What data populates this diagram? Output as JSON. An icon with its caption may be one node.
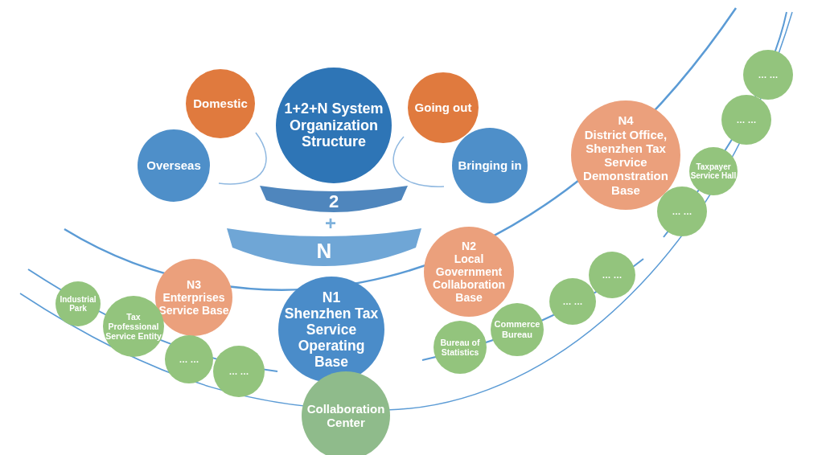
{
  "diagram": {
    "nodes": [
      {
        "text": [
          "1+2+N System Organization Structure"
        ]
      },
      {
        "text": [
          "Domestic"
        ]
      },
      {
        "text": [
          "Overseas"
        ]
      },
      {
        "text": [
          "Going out"
        ]
      },
      {
        "text": [
          "Bringing in"
        ]
      },
      {
        "text": [
          "2"
        ]
      },
      {
        "text": [
          "N"
        ]
      },
      {
        "text": [
          "N4",
          "District Office, Shenzhen Tax Service Demonstration Base"
        ]
      },
      {
        "text": [
          "… …"
        ]
      },
      {
        "text": [
          "… …"
        ]
      },
      {
        "text": [
          "Taxpayer Service Hall"
        ]
      },
      {
        "text": [
          "… …"
        ]
      },
      {
        "text": [
          "N2",
          "Local Government Collaboration Base"
        ]
      },
      {
        "text": [
          "… …"
        ]
      },
      {
        "text": [
          "… …"
        ]
      },
      {
        "text": [
          "Commerce Bureau"
        ]
      },
      {
        "text": [
          "Bureau of Statistics"
        ]
      },
      {
        "text": [
          "N3",
          "Enterprises Service Base"
        ]
      },
      {
        "text": [
          "N1",
          "Shenzhen Tax Service Operating Base"
        ]
      },
      {
        "text": [
          "Industrial Park"
        ]
      },
      {
        "text": [
          "Tax Professional Service Entity"
        ]
      },
      {
        "text": [
          "… …"
        ]
      },
      {
        "text": [
          "… …"
        ]
      },
      {
        "text": [
          "Collaboration Center"
        ]
      }
    ],
    "labels": [
      "+"
    ]
  }
}
